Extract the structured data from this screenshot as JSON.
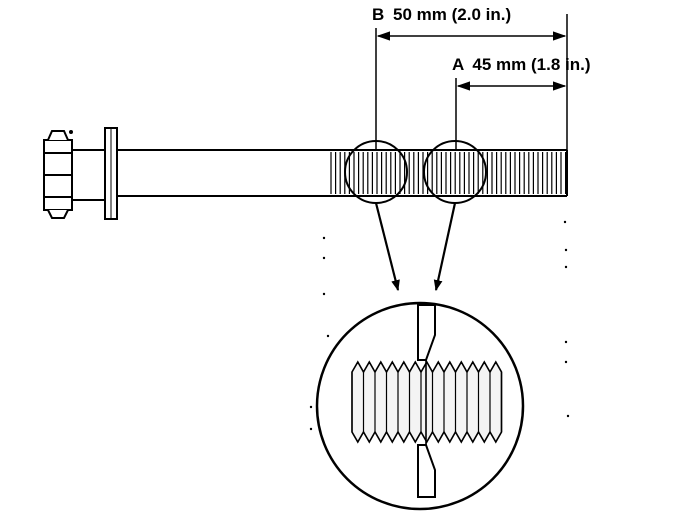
{
  "figure": {
    "dimension_b": {
      "letter": "B",
      "value": "50 mm (2.0 in.)"
    },
    "dimension_a": {
      "letter": "A",
      "value": "45 mm (1.8 in.)"
    },
    "icons": [
      "bolt-head-icon",
      "washer-icon",
      "bolt-shank-icon",
      "magnifier-circle-icon",
      "arrow-icon"
    ]
  }
}
